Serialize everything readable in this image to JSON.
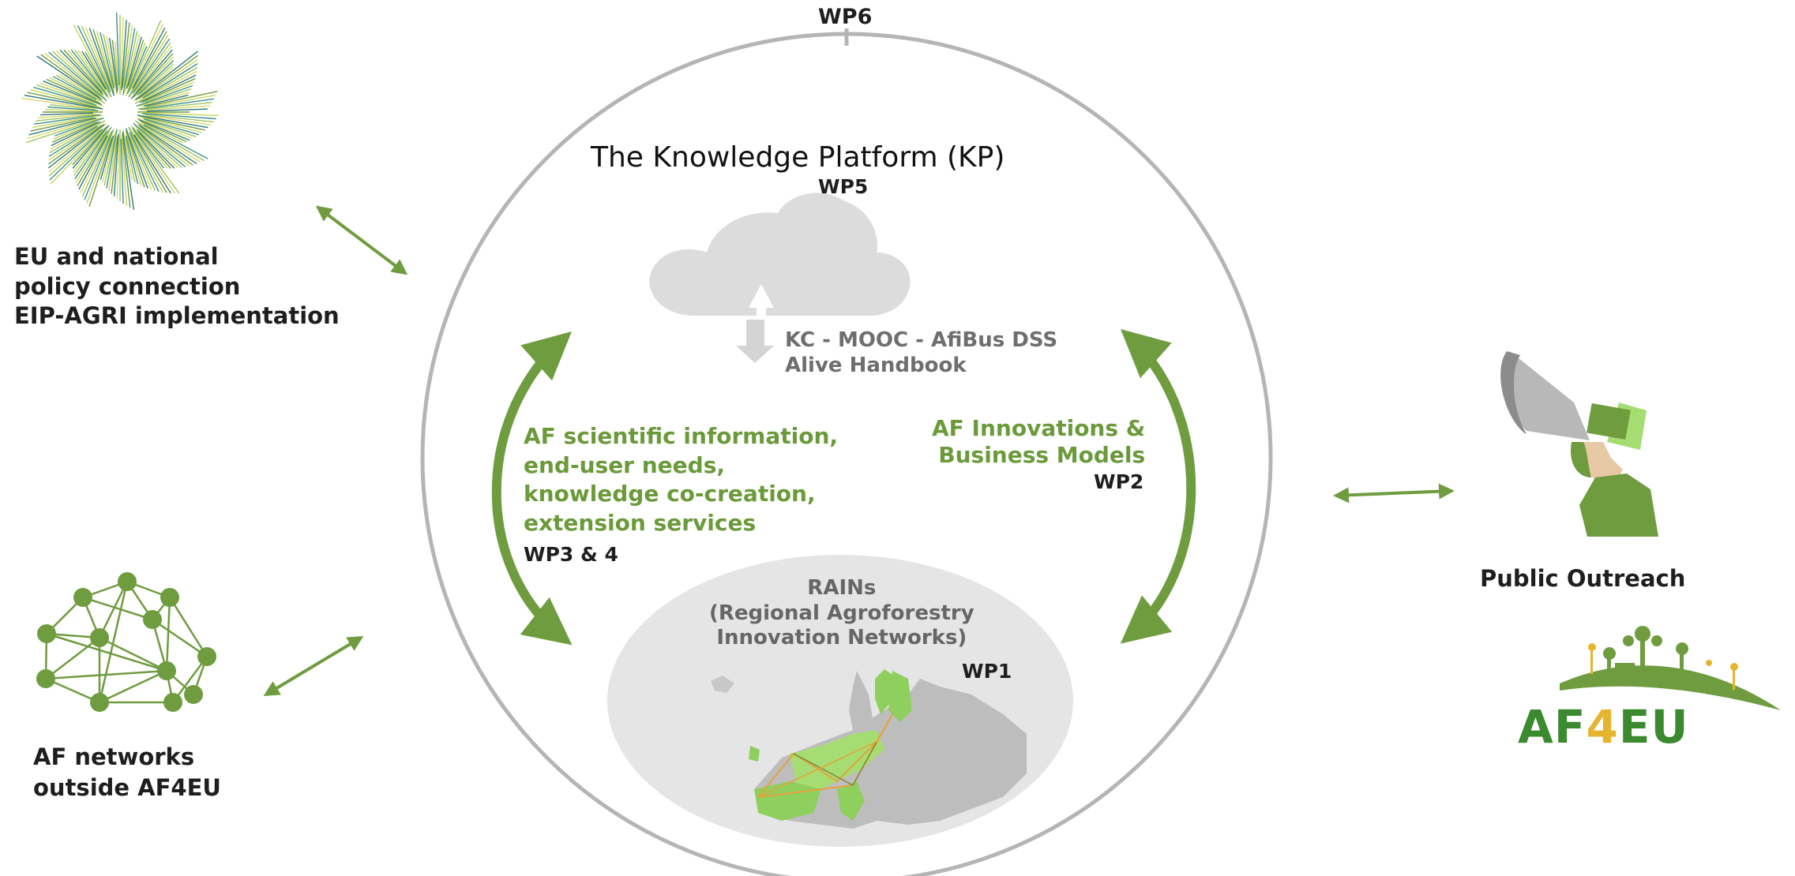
{
  "wp6": {
    "label": "WP6"
  },
  "platform": {
    "title": "The Knowledge Platform (KP)",
    "wp": "WP5"
  },
  "cloud": {
    "lines": [
      "KC - MOOC - AfiBus DSS",
      "Alive Handbook"
    ]
  },
  "left_flow": {
    "lines": [
      "AF scientific information,",
      "end-user needs,",
      "knowledge co-creation,",
      "extension services"
    ],
    "wp": "WP3 & 4"
  },
  "right_flow": {
    "lines": [
      "AF Innovations &",
      "Business Models"
    ],
    "wp": "WP2"
  },
  "rains": {
    "lines": [
      "RAINs",
      "(Regional Agroforestry",
      "Innovation Networks)"
    ],
    "wp": "WP1"
  },
  "policy": {
    "lines": [
      "EU and national",
      "policy connection",
      "EIP-AGRI implementation"
    ]
  },
  "networks": {
    "lines": [
      "AF networks",
      "outside AF4EU"
    ]
  },
  "outreach": {
    "label": "Public Outreach"
  },
  "logo": {
    "text": "AF4EU"
  },
  "icons": {
    "policy": "radial-burst-icon",
    "networks": "network-graph-icon",
    "outreach": "megaphone-icon",
    "cloud": "cloud-sync-icon",
    "map": "europe-map-icon"
  },
  "colors": {
    "accent_green": "#6a9a3a",
    "arrow_green": "#6f9c3f",
    "circle_grey": "#b5b5b5",
    "ellipse_grey": "#e5e5e5",
    "cloud_grey": "#dcdcdc",
    "logo_gold": "#e5b431",
    "text_dark": "#1e1e1e"
  }
}
